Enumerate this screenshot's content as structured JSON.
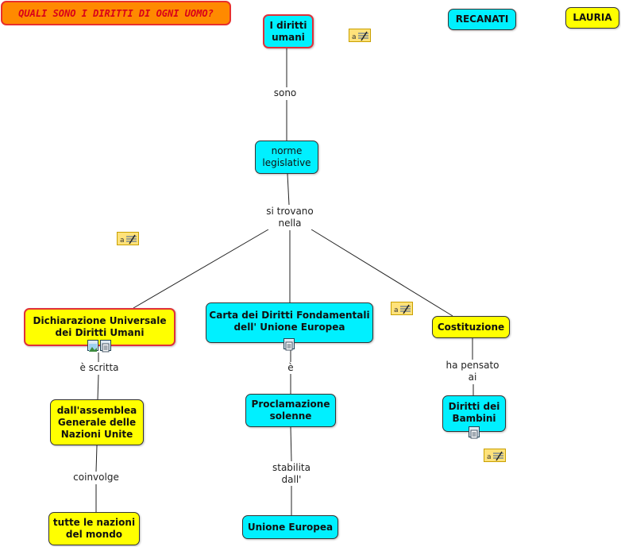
{
  "title": "QUALI SONO I DIRITTI DI OGNI UOMO?",
  "nodes": {
    "diritti_umani": "I diritti\numani",
    "recanati": "RECANATI",
    "lauria": "LAURIA",
    "norme": "norme\nlegislative",
    "dichiarazione": "Dichiarazione Universale\ndei Diritti Umani",
    "carta": "Carta dei Diritti Fondamentali\ndell' Unione Europea",
    "costituzione": "Costituzione",
    "assemblea": "dall'assemblea\nGenerale delle\nNazioni Unite",
    "nazioni": "tutte le nazioni\ndel mondo",
    "proclamazione": "Proclamazione\nsolenne",
    "unione": "Unione Europea",
    "bambini": "Diritti dei\nBambini"
  },
  "links": {
    "sono": "sono",
    "si_trovano": "si trovano\nnella",
    "scritta": "è scritta",
    "coinvolge": "coinvolge",
    "e": "è",
    "stabilita": "stabilita\ndall'",
    "ha_pensato": "ha pensato\nai"
  },
  "icons": [
    "note-icon",
    "image-icon",
    "document-icon"
  ],
  "colors": {
    "concept_cyan": "#00f0ff",
    "concept_yellow": "#ffff00",
    "title_orange": "#ff8a00",
    "title_text": "#d8001a",
    "highlight_border": "#e0303a"
  }
}
